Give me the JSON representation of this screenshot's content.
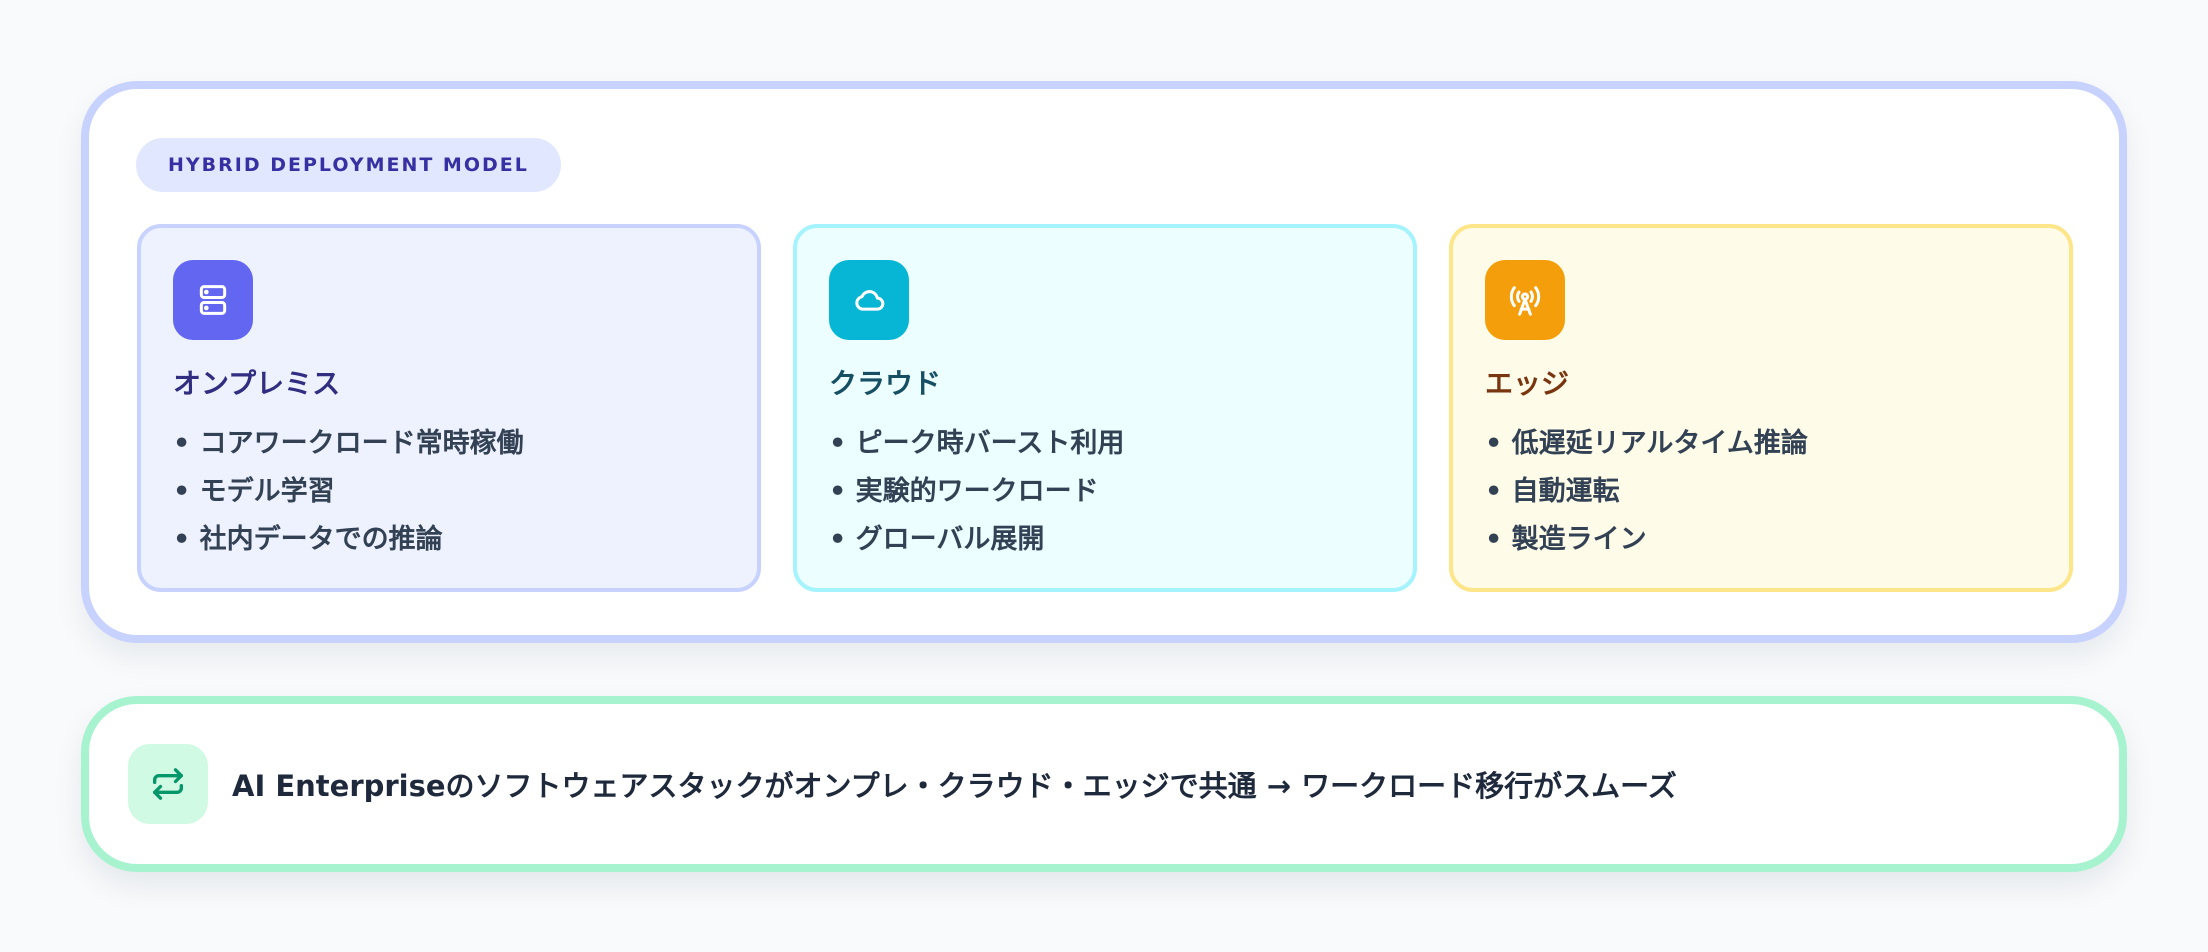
{
  "section_label": "HYBRID DEPLOYMENT MODEL",
  "cards": [
    {
      "id": "onprem",
      "icon": "server-icon",
      "title": "オンプレミス",
      "items": [
        "コアワークロード常時稼働",
        "モデル学習",
        "社内データでの推論"
      ],
      "colors": {
        "accent": "#6366F1",
        "title": "#312E81",
        "background": "#EEF2FF",
        "border": "#C7D2FE"
      }
    },
    {
      "id": "cloud",
      "icon": "cloud-icon",
      "title": "クラウド",
      "items": [
        "ピーク時バースト利用",
        "実験的ワークロード",
        "グローバル展開"
      ],
      "colors": {
        "accent": "#06B6D4",
        "title": "#164E63",
        "background": "#ECFEFF",
        "border": "#A5F3FC"
      }
    },
    {
      "id": "edge",
      "icon": "antenna-icon",
      "title": "エッジ",
      "items": [
        "低遅延リアルタイム推論",
        "自動運転",
        "製造ライン"
      ],
      "colors": {
        "accent": "#F59E0B",
        "title": "#78350F",
        "background": "#FEFCE8",
        "border": "#FDE68A"
      }
    }
  ],
  "banner": {
    "icon": "sync-arrows-icon",
    "text": "AI Enterpriseのソフトウェアスタックがオンプレ・クラウド・エッジで共通 → ワークロード移行がスムーズ",
    "colors": {
      "accent": "#059669",
      "icon_background": "#D1FAE5",
      "border": "#A7F3D0"
    }
  }
}
